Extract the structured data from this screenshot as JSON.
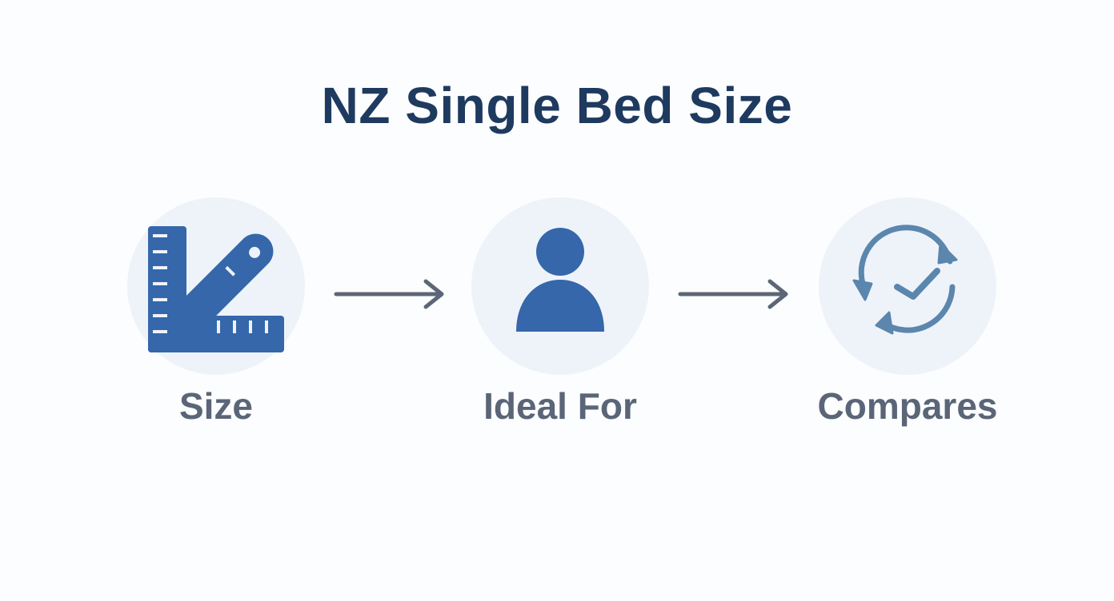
{
  "title": "NZ Single Bed Size",
  "steps": [
    {
      "label": "Size",
      "icon": "ruler-square-icon"
    },
    {
      "label": "Ideal For",
      "icon": "person-icon"
    },
    {
      "label": "Compares",
      "icon": "refresh-clock-icon"
    }
  ],
  "colors": {
    "title": "#1f3a5f",
    "icon_primary": "#3567aa",
    "icon_secondary": "#5b86ad",
    "circle_bg": "#eef3fa",
    "label": "#5a6577",
    "arrow": "#5c6676"
  }
}
